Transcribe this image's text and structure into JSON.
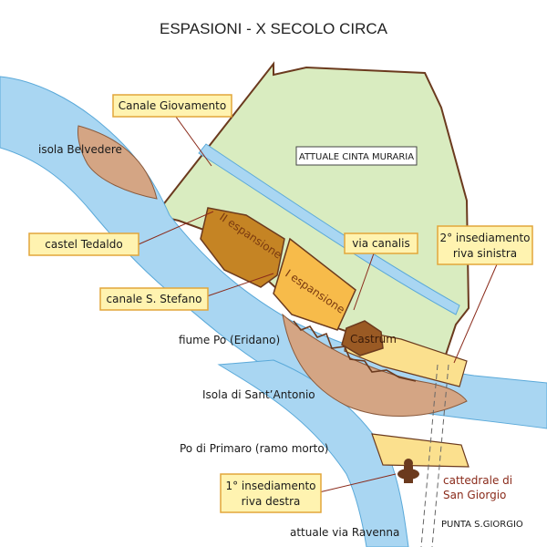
{
  "title": "ESPASIONI - X SECOLO CIRCA",
  "colors": {
    "water": "#a9d6f2",
    "water_edge": "#5aa9d9",
    "city": "#d9ecc0",
    "island": "#d4a584",
    "expansion_dark": "#c58424",
    "expansion_light": "#f7bb4a",
    "castrum": "#9a5a24",
    "settlement": "#fbe08e",
    "wall": "#6b3a1e",
    "label_box": "#fff3b0",
    "label_border": "#e2a63a"
  },
  "labels": {
    "attuale_cinta_muraria": "ATTUALE CINTA MURARIA",
    "isola_belvedere": "isola Belvedere",
    "fiume_po": "fiume Po (Eridano)",
    "isola_sant_antonio": "Isola di Sant’Antonio",
    "po_di_primaro": "Po di Primaro (ramo morto)",
    "attuale_via_ravenna": "attuale via Ravenna",
    "punta_s_giorgio": "PUNTA S.GIORGIO",
    "cattedrale_line1": "cattedrale di",
    "cattedrale_line2": "San Giorgio",
    "ii_espansione": "II espansione",
    "i_espansione": "I espansione",
    "castrum": "Castrum"
  },
  "callouts": {
    "canale_giovamento": "Canale Giovamento",
    "castel_tedaldo": "castel Tedaldo",
    "canale_s_stefano": "canale S. Stefano",
    "via_canalis": "via canalis",
    "secondo_insediamento_line1": "2° insediamento",
    "secondo_insediamento_line2": "riva sinistra",
    "primo_insediamento_line1": "1° insediamento",
    "primo_insediamento_line2": "riva destra"
  },
  "icons": {
    "cathedral": "cathedral-icon"
  }
}
